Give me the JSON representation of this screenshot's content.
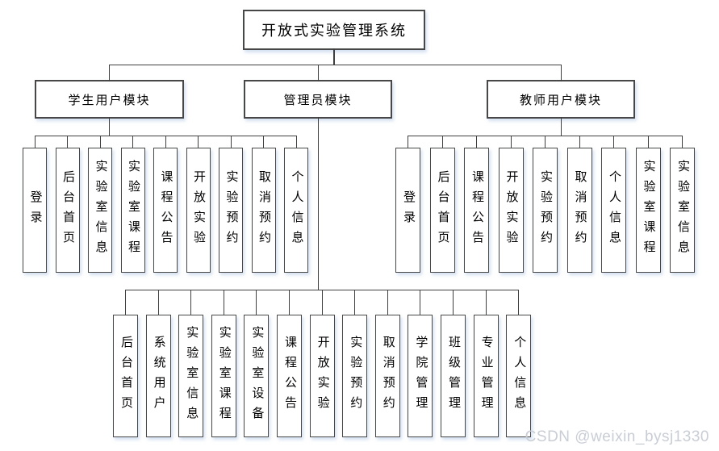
{
  "diagram": {
    "title": "开放式实验管理系统",
    "watermark": "CSDN @weixin_bysj1330",
    "colors": {
      "line": "#3f3f3f",
      "box_border": "#474747",
      "box_fill": "#ffffff",
      "text": "#000000",
      "watermark": "#c9cdd5"
    },
    "modules": [
      {
        "label": "学生用户模块",
        "children": [
          "登录",
          "后台首页",
          "实验室信息",
          "实验室课程",
          "课程公告",
          "开放实验",
          "实验预约",
          "取消预约",
          "个人信息"
        ]
      },
      {
        "label": "管理员模块",
        "children": [
          "后台首页",
          "系统用户",
          "实验室信息",
          "实验室课程",
          "实验室设备",
          "课程公告",
          "开放实验",
          "实验预约",
          "取消预约",
          "学院管理",
          "班级管理",
          "专业管理",
          "个人信息"
        ]
      },
      {
        "label": "教师用户模块",
        "children": [
          "登录",
          "后台首页",
          "课程公告",
          "开放实验",
          "实验预约",
          "取消预约",
          "个人信息",
          "实验室课程",
          "实验室信息"
        ]
      }
    ]
  }
}
